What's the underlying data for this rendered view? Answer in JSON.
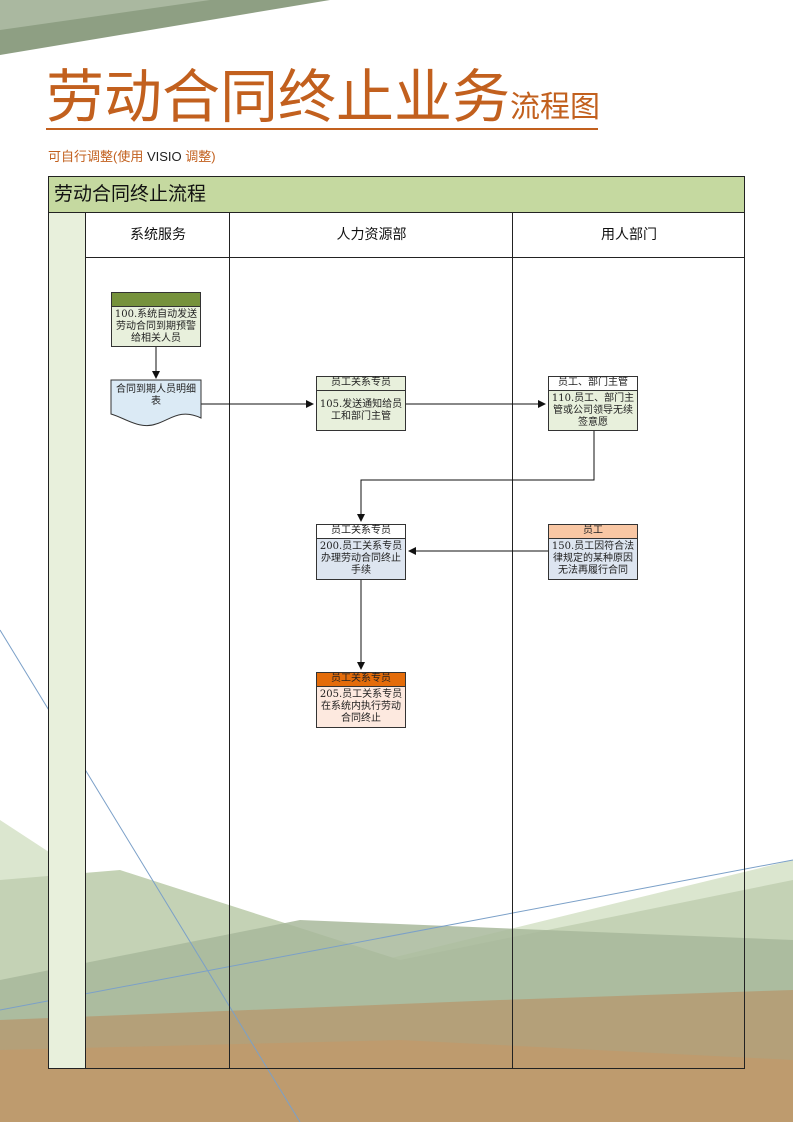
{
  "title": {
    "main": "劳动合同终止业务",
    "suffix": "流程图"
  },
  "subtitle": {
    "prefix": "可自行调整(使用 ",
    "highlight": "VISIO",
    "suffix": " 调整)"
  },
  "flow": {
    "name": "劳动合同终止流程",
    "lanes": [
      "系统服务",
      "人力资源部",
      "用人部门"
    ],
    "nodes": {
      "n100": {
        "header": "",
        "text": "100.系统自动发送劳动合同到期预警给相关人员"
      },
      "doc": {
        "text": "合同到期人员明细表"
      },
      "n105": {
        "header": "员工关系专员",
        "text": "105.发送通知给员工和部门主管"
      },
      "n110": {
        "header": "员工、部门主管",
        "text": "110.员工、部门主管或公司领导无续签意愿"
      },
      "n200": {
        "header": "员工关系专员",
        "text": "200.员工关系专员办理劳动合同终止手续"
      },
      "n150": {
        "header": "员工",
        "text": "150.员工因符合法律规定的某种原因无法再履行合同"
      },
      "n205": {
        "header": "员工关系专员",
        "text": "205.员工关系专员在系统内执行劳动合同终止"
      }
    }
  },
  "colors": {
    "title": "#c2601e",
    "header_green": "#c5d9a0",
    "node_green_header": "#76923c",
    "node_green_body": "#e8f0dc",
    "node_blue_body": "#dde5f0",
    "node_orange_light": "#f9c7a4",
    "node_orange_dark": "#e46c0a",
    "node_orange_body": "#fde9df"
  }
}
